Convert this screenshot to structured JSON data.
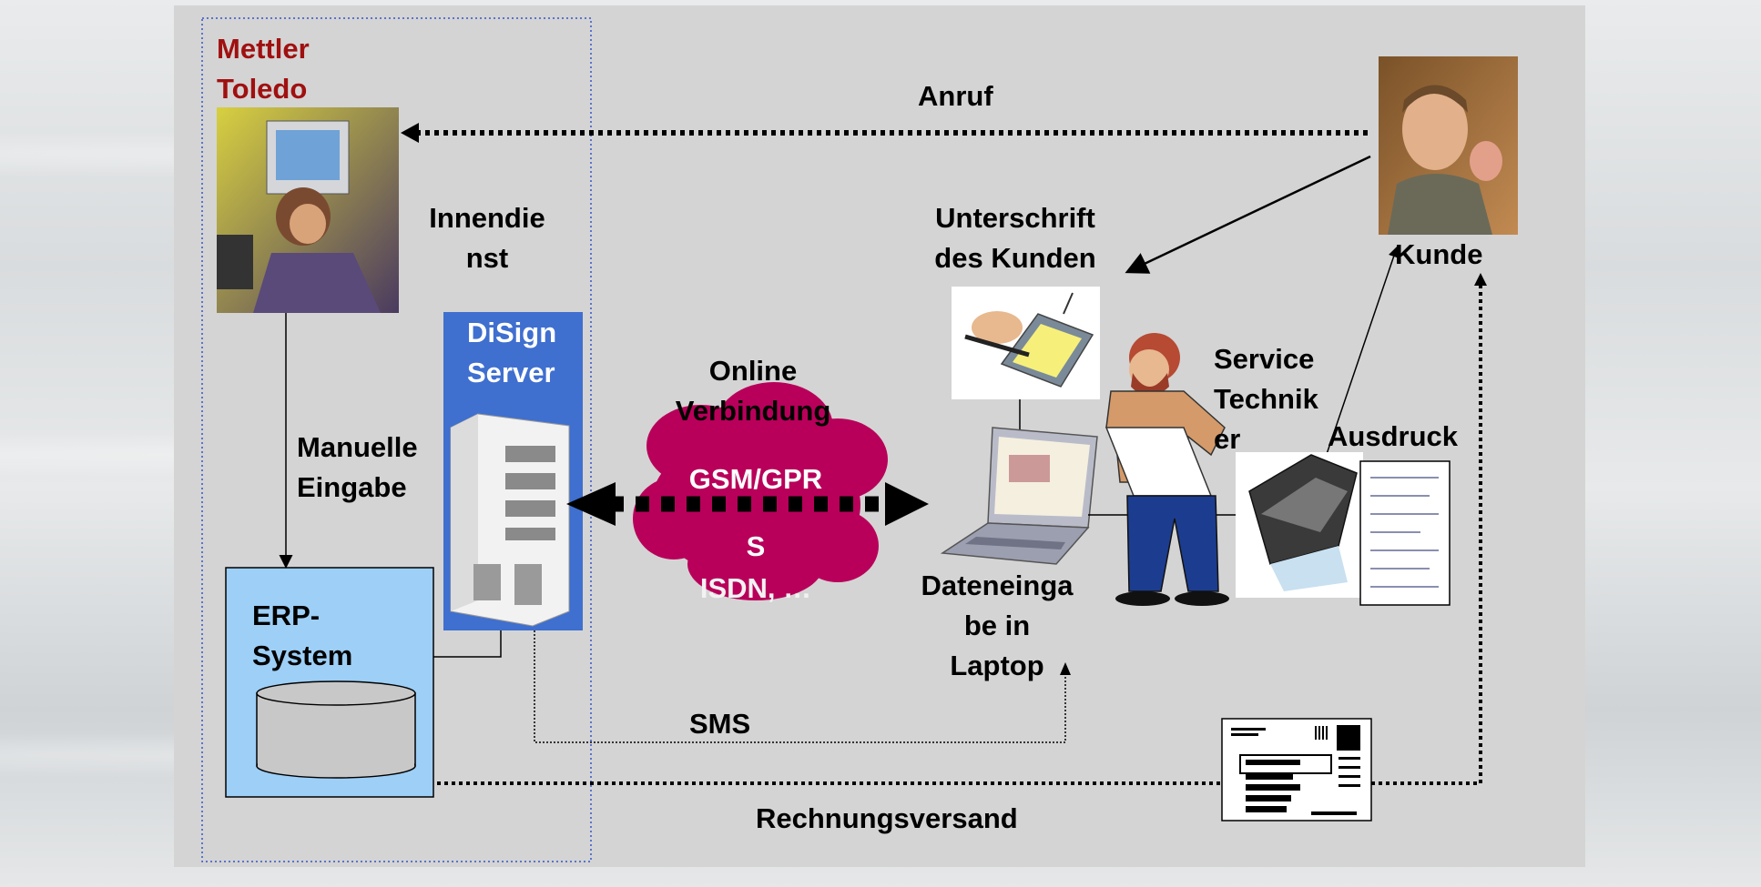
{
  "labels": {
    "company": "Mettler\nToledo",
    "internal": "Innendie\nnst",
    "server": "DiSign\nServer",
    "manual": "Manuelle\nEingabe",
    "erp": "ERP-\nSystem",
    "online": "Online\nVerbindung",
    "gsm": "GSM/GPR\nS",
    "isdn": "ISDN, …",
    "call": "Anruf",
    "signature": "Unterschrift\ndes Kunden",
    "customer": "Kunde",
    "technician": "Service\nTechnik\ner",
    "printout": "Ausdruck",
    "laptop": "Dateneinga\nbe in\nLaptop",
    "sms": "SMS",
    "invoice": "Rechnungsversand"
  },
  "colors": {
    "panel": "#d4d4d4",
    "company_text": "#a01010",
    "server_box": "#3f6fcf",
    "erp_box": "#9dcff7",
    "cloud": "#b8005a",
    "dashed_border": "#3355cc"
  },
  "icons": {
    "agent_photo": "call-center-agent-photo",
    "server": "server-tower-icon",
    "database": "database-cylinder-icon",
    "cloud": "network-cloud-icon",
    "customer_photo": "customer-photo",
    "signature_pad": "signature-pad-icon",
    "laptop": "laptop-icon",
    "technician": "service-technician-icon",
    "printer": "portable-printer-icon",
    "document": "printed-document-icon",
    "envelope": "invoice-envelope-icon"
  }
}
